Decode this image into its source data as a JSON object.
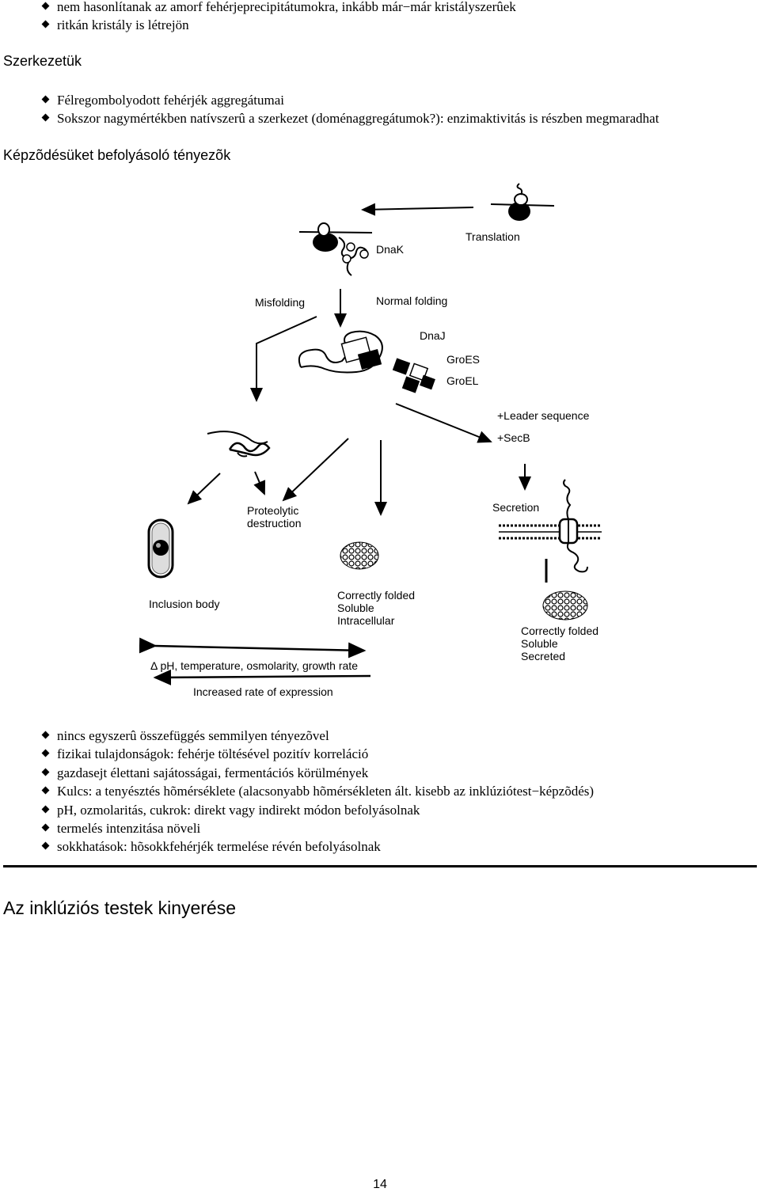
{
  "top_bullets": [
    "nem hasonlítanak az amorf fehérjeprecipitátumokra, inkább már−már  kristályszerûek",
    "ritkán kristály is létrejön"
  ],
  "structure": {
    "heading": "Szerkezetük",
    "bullets": [
      "Félregombolyodott fehérjék aggregátumai",
      "Sokszor nagymértékben natívszerû a szerkezet (doménaggregátumok?):  enzimaktivitás is részben megmaradhat"
    ]
  },
  "factors": {
    "heading": "Képzõdésüket befolyásoló tényezõk"
  },
  "diagram": {
    "labels": {
      "dnak": "DnaK",
      "translation": "Translation",
      "misfolding": "Misfolding",
      "normal_folding": "Normal folding",
      "dnaj": "DnaJ",
      "groes": "GroES",
      "groel": "GroEL",
      "leader_sequence": "+Leader sequence",
      "secb": "+SecB",
      "proteolytic_1": "Proteolytic",
      "proteolytic_2": "destruction",
      "secretion": "Secretion",
      "inclusion_body": "Inclusion body",
      "intracellular_1": "Correctly folded",
      "intracellular_2": "Soluble",
      "intracellular_3": "Intracellular",
      "secreted_1": "Correctly folded",
      "secreted_2": "Soluble",
      "secreted_3": "Secreted",
      "conditions": "Δ pH, temperature, osmolarity, growth rate",
      "expression": "Increased rate of expression"
    }
  },
  "factor_bullets": [
    "nincs egyszerû összefüggés semmilyen tényezõvel",
    "fizikai tulajdonságok: fehérje töltésével pozitív korreláció",
    "gazdasejt élettani sajátosságai, fermentációs körülmények",
    "Kulcs: a tenyésztés hõmérséklete (alacsonyabb hõmérsékleten ált. kisebb  az inklúziótest−képzõdés)",
    "pH, ozmolaritás, cukrok: direkt vagy indirekt módon befolyásolnak",
    "termelés intenzitása növeli",
    "sokkhatások: hõsokkfehérjék termelése révén befolyásolnak"
  ],
  "section_title": "Az inklúziós testek kinyerése",
  "page_number": "14"
}
